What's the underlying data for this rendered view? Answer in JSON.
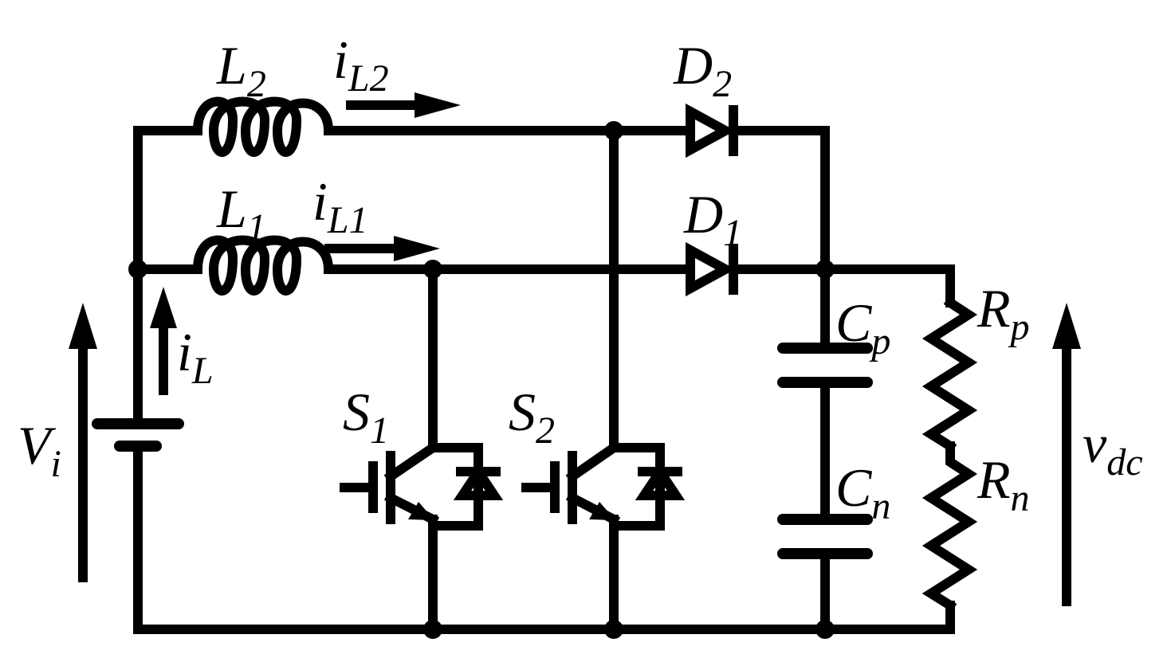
{
  "colors": {
    "stroke": "#000000",
    "background": "#ffffff"
  },
  "labels": {
    "L2": {
      "main": "L",
      "sub": "2"
    },
    "iL2": {
      "main": "i",
      "sub": "L2"
    },
    "D2": {
      "main": "D",
      "sub": "2"
    },
    "L1": {
      "main": "L",
      "sub": "1"
    },
    "iL1": {
      "main": "i",
      "sub": "L1"
    },
    "D1": {
      "main": "D",
      "sub": "1"
    },
    "iL": {
      "main": "i",
      "sub": "L"
    },
    "Vi": {
      "main": "V",
      "sub": "i"
    },
    "S1": {
      "main": "S",
      "sub": "1"
    },
    "S2": {
      "main": "S",
      "sub": "2"
    },
    "Cp": {
      "main": "C",
      "sub": "p"
    },
    "Cn": {
      "main": "C",
      "sub": "n"
    },
    "Rp": {
      "main": "R",
      "sub": "p"
    },
    "Rn": {
      "main": "R",
      "sub": "n"
    },
    "vdc": {
      "main": "v",
      "sub": "dc"
    }
  }
}
